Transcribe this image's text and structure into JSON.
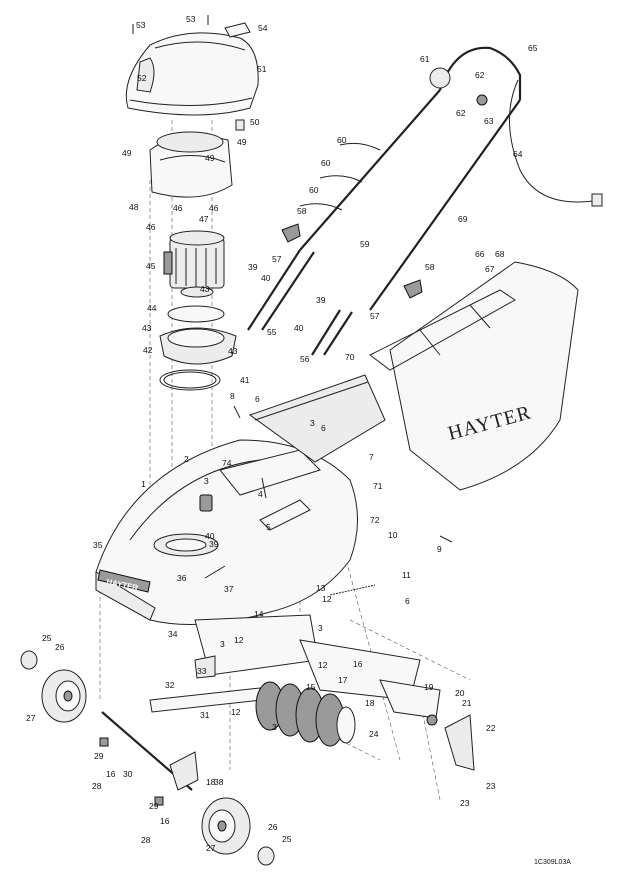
{
  "diagram": {
    "brand_text": "HAYTER",
    "deck_badge_text": "HAYTER",
    "drawing_code": "1C309L03A",
    "callouts": [
      {
        "id": "c1",
        "text": "1"
      },
      {
        "id": "c2",
        "text": "2"
      },
      {
        "id": "c3a",
        "text": "3"
      },
      {
        "id": "c3b",
        "text": "3"
      },
      {
        "id": "c3c",
        "text": "3"
      },
      {
        "id": "c3d",
        "text": "3"
      },
      {
        "id": "c3e",
        "text": "3"
      },
      {
        "id": "c4",
        "text": "4"
      },
      {
        "id": "c5",
        "text": "5"
      },
      {
        "id": "c6a",
        "text": "6"
      },
      {
        "id": "c6b",
        "text": "6"
      },
      {
        "id": "c6c",
        "text": "6"
      },
      {
        "id": "c7",
        "text": "7"
      },
      {
        "id": "c8",
        "text": "8"
      },
      {
        "id": "c9",
        "text": "9"
      },
      {
        "id": "c10",
        "text": "10"
      },
      {
        "id": "c11",
        "text": "11"
      },
      {
        "id": "c12a",
        "text": "12"
      },
      {
        "id": "c12b",
        "text": "12"
      },
      {
        "id": "c12c",
        "text": "12"
      },
      {
        "id": "c12d",
        "text": "12"
      },
      {
        "id": "c13",
        "text": "13"
      },
      {
        "id": "c14",
        "text": "14"
      },
      {
        "id": "c15",
        "text": "15"
      },
      {
        "id": "c16a",
        "text": "16"
      },
      {
        "id": "c16b",
        "text": "16"
      },
      {
        "id": "c16c",
        "text": "16"
      },
      {
        "id": "c17",
        "text": "17"
      },
      {
        "id": "c18a",
        "text": "18"
      },
      {
        "id": "c18b",
        "text": "18"
      },
      {
        "id": "c19",
        "text": "19"
      },
      {
        "id": "c20",
        "text": "20"
      },
      {
        "id": "c21",
        "text": "21"
      },
      {
        "id": "c22",
        "text": "22"
      },
      {
        "id": "c23a",
        "text": "23"
      },
      {
        "id": "c23b",
        "text": "23"
      },
      {
        "id": "c24",
        "text": "24"
      },
      {
        "id": "c25a",
        "text": "25"
      },
      {
        "id": "c25b",
        "text": "25"
      },
      {
        "id": "c26a",
        "text": "26"
      },
      {
        "id": "c26b",
        "text": "26"
      },
      {
        "id": "c27a",
        "text": "27"
      },
      {
        "id": "c27b",
        "text": "27"
      },
      {
        "id": "c28a",
        "text": "28"
      },
      {
        "id": "c28b",
        "text": "28"
      },
      {
        "id": "c29a",
        "text": "29"
      },
      {
        "id": "c29b",
        "text": "29"
      },
      {
        "id": "c30",
        "text": "30"
      },
      {
        "id": "c31",
        "text": "31"
      },
      {
        "id": "c32",
        "text": "32"
      },
      {
        "id": "c33",
        "text": "33"
      },
      {
        "id": "c34",
        "text": "34"
      },
      {
        "id": "c35",
        "text": "35"
      },
      {
        "id": "c36",
        "text": "36"
      },
      {
        "id": "c37",
        "text": "37"
      },
      {
        "id": "c38",
        "text": "38"
      },
      {
        "id": "c39a",
        "text": "39"
      },
      {
        "id": "c39b",
        "text": "39"
      },
      {
        "id": "c39c",
        "text": "39"
      },
      {
        "id": "c40a",
        "text": "40"
      },
      {
        "id": "c40b",
        "text": "40"
      },
      {
        "id": "c40c",
        "text": "40"
      },
      {
        "id": "c41",
        "text": "41"
      },
      {
        "id": "c42",
        "text": "42"
      },
      {
        "id": "c43a",
        "text": "43"
      },
      {
        "id": "c43b",
        "text": "43"
      },
      {
        "id": "c43c",
        "text": "43"
      },
      {
        "id": "c44",
        "text": "44"
      },
      {
        "id": "c45",
        "text": "45"
      },
      {
        "id": "c46a",
        "text": "46"
      },
      {
        "id": "c46b",
        "text": "46"
      },
      {
        "id": "c46c",
        "text": "46"
      },
      {
        "id": "c47",
        "text": "47"
      },
      {
        "id": "c48",
        "text": "48"
      },
      {
        "id": "c49a",
        "text": "49"
      },
      {
        "id": "c49b",
        "text": "49"
      },
      {
        "id": "c49c",
        "text": "49"
      },
      {
        "id": "c50",
        "text": "50"
      },
      {
        "id": "c51",
        "text": "51"
      },
      {
        "id": "c52",
        "text": "52"
      },
      {
        "id": "c53a",
        "text": "53"
      },
      {
        "id": "c53b",
        "text": "53"
      },
      {
        "id": "c54",
        "text": "54"
      },
      {
        "id": "c55",
        "text": "55"
      },
      {
        "id": "c56",
        "text": "56"
      },
      {
        "id": "c57a",
        "text": "57"
      },
      {
        "id": "c57b",
        "text": "57"
      },
      {
        "id": "c58a",
        "text": "58"
      },
      {
        "id": "c58b",
        "text": "58"
      },
      {
        "id": "c59",
        "text": "59"
      },
      {
        "id": "c60a",
        "text": "60"
      },
      {
        "id": "c60b",
        "text": "60"
      },
      {
        "id": "c60c",
        "text": "60"
      },
      {
        "id": "c61",
        "text": "61"
      },
      {
        "id": "c62a",
        "text": "62"
      },
      {
        "id": "c62b",
        "text": "62"
      },
      {
        "id": "c63",
        "text": "63"
      },
      {
        "id": "c64",
        "text": "64"
      },
      {
        "id": "c65",
        "text": "65"
      },
      {
        "id": "c66",
        "text": "66"
      },
      {
        "id": "c67",
        "text": "67"
      },
      {
        "id": "c68",
        "text": "68"
      },
      {
        "id": "c69",
        "text": "69"
      },
      {
        "id": "c70",
        "text": "70"
      },
      {
        "id": "c71",
        "text": "71"
      },
      {
        "id": "c72",
        "text": "72"
      },
      {
        "id": "c74",
        "text": "74"
      }
    ]
  }
}
